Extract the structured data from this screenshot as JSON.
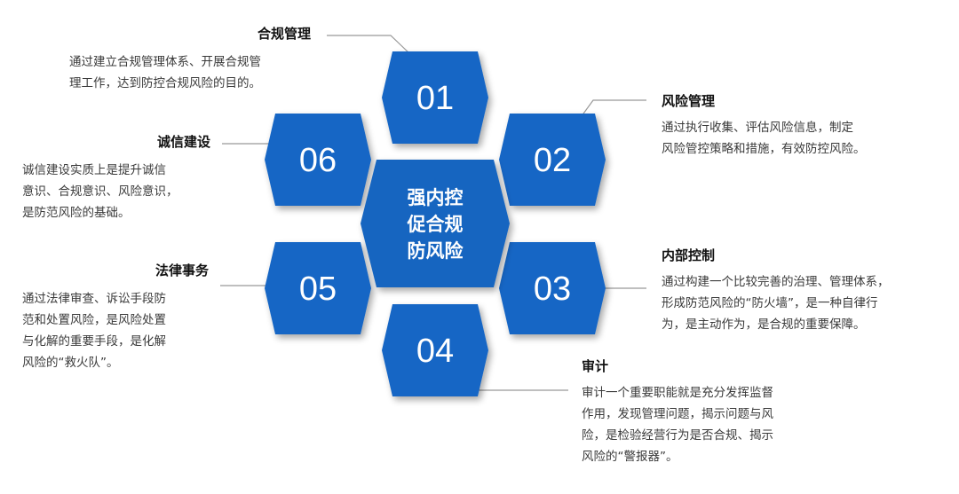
{
  "center": {
    "lines": [
      "强内控",
      "促合规",
      "防风险"
    ],
    "color": "#1565c0"
  },
  "hex_color": "#1666c5",
  "hex_shadow": "#9bb8d8",
  "items": [
    {
      "number": "01",
      "title": "合规管理",
      "lines": [
        "通过建立合规管理体系、开展合规管",
        "理工作，达到防控合规风险的目的。"
      ]
    },
    {
      "number": "02",
      "title": "风险管理",
      "lines": [
        "通过执行收集、评估风险信息，制定",
        "风险管控策略和措施，有效防控风险。"
      ]
    },
    {
      "number": "03",
      "title": "内部控制",
      "lines": [
        "通过构建一个比较完善的治理、管理体系，",
        "形成防范风险的“防火墙”，是一种自律行",
        "为，是主动作为，是合规的重要保障。"
      ]
    },
    {
      "number": "04",
      "title": "审计",
      "lines": [
        "审计一个重要职能就是充分发挥监督",
        "作用，发现管理问题，揭示问题与风",
        "险，是检验经营行为是否合规、揭示",
        "风险的“警报器”。"
      ]
    },
    {
      "number": "05",
      "title": "法律事务",
      "lines": [
        "通过法律审查、诉讼手段防",
        "范和处置风险，是风险处置",
        "与化解的重要手段，是化解",
        "风险的“救火队”。"
      ]
    },
    {
      "number": "06",
      "title": "诚信建设",
      "lines": [
        "诚信建设实质上是提升诚信",
        "意识、合规意识、风险意识，",
        "是防范风险的基础。"
      ]
    }
  ]
}
